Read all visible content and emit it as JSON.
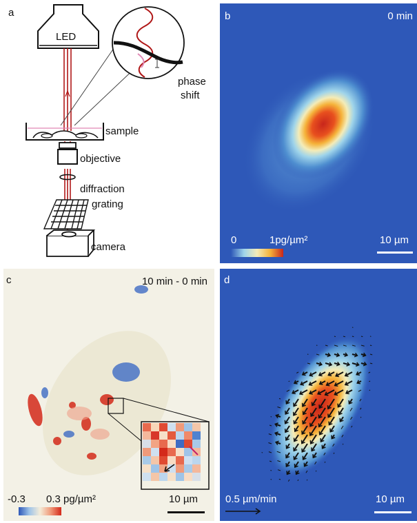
{
  "panel_a": {
    "letter": "a",
    "led_label": "LED",
    "phase_label_line1": "phase",
    "phase_label_line2": "shift",
    "sample_label": "sample",
    "objective_label": "objective",
    "grating_label_line1": "diffraction",
    "grating_label_line2": "grating",
    "camera_label": "camera"
  },
  "panel_b": {
    "letter": "b",
    "time_label": "0 min",
    "colorbar_min": "0",
    "colorbar_max": "1pg/µm²",
    "scalebar_label": "10 µm"
  },
  "panel_c": {
    "letter": "c",
    "time_label": "10 min - 0 min",
    "colorbar_min": "-0.3",
    "colorbar_max": "0.3 pg/µm²",
    "scalebar_label": "10 µm"
  },
  "panel_d": {
    "letter": "d",
    "velocity_label": "0.5 µm/min",
    "scalebar_label": "10 µm"
  },
  "colors": {
    "field_blue": "#2e58b8",
    "beam_red": "#b01818",
    "map_red": "#d42a1a",
    "diff_bg": "#f3f1e6"
  }
}
